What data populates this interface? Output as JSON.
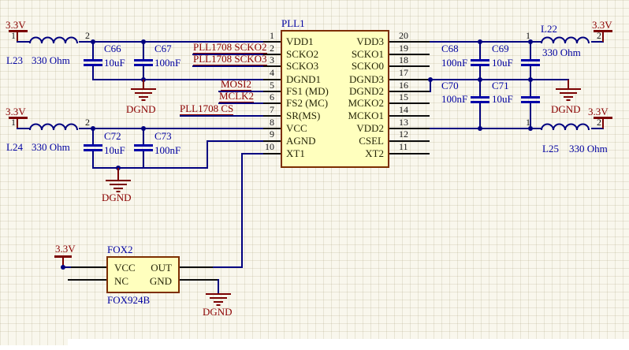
{
  "chip": {
    "designator": "PLL1",
    "left_pins": [
      {
        "num": "1",
        "name": "VDD1"
      },
      {
        "num": "2",
        "name": "SCKO2"
      },
      {
        "num": "3",
        "name": "SCKO3"
      },
      {
        "num": "4",
        "name": "DGND1"
      },
      {
        "num": "5",
        "name": "FS1 (MD)"
      },
      {
        "num": "6",
        "name": "FS2 (MC)"
      },
      {
        "num": "7",
        "name": "SR(MS)"
      },
      {
        "num": "8",
        "name": "VCC"
      },
      {
        "num": "9",
        "name": "AGND"
      },
      {
        "num": "10",
        "name": "XT1"
      }
    ],
    "right_pins": [
      {
        "num": "20",
        "name": "VDD3"
      },
      {
        "num": "19",
        "name": "SCKO1"
      },
      {
        "num": "18",
        "name": "SCKO0"
      },
      {
        "num": "17",
        "name": "DGND3"
      },
      {
        "num": "16",
        "name": "DGND2"
      },
      {
        "num": "15",
        "name": "MCKO2"
      },
      {
        "num": "14",
        "name": "MCKO1"
      },
      {
        "num": "13",
        "name": "VDD2"
      },
      {
        "num": "12",
        "name": "CSEL"
      },
      {
        "num": "11",
        "name": "XT2"
      }
    ]
  },
  "oscillator": {
    "designator": "FOX2",
    "part_number": "FOX924B",
    "pin_vcc": "VCC",
    "pin_nc": "NC",
    "pin_out": "OUT",
    "pin_gnd": "GND"
  },
  "inductors": {
    "l22": {
      "ref": "L22",
      "value": "330 Ohm",
      "pin1": "1",
      "pin2": "2"
    },
    "l23": {
      "ref": "L23",
      "value": "330 Ohm",
      "pin1": "1",
      "pin2": "2"
    },
    "l24": {
      "ref": "L24",
      "value": "330 Ohm",
      "pin1": "1",
      "pin2": "2"
    },
    "l25": {
      "ref": "L25",
      "value": "330 Ohm",
      "pin1": "1",
      "pin2": "2"
    }
  },
  "capacitors": {
    "c66": {
      "ref": "C66",
      "value": "10uF"
    },
    "c67": {
      "ref": "C67",
      "value": "100nF"
    },
    "c68": {
      "ref": "C68",
      "value": "100nF"
    },
    "c69": {
      "ref": "C69",
      "value": "10uF"
    },
    "c70": {
      "ref": "C70",
      "value": "100nF"
    },
    "c71": {
      "ref": "C71",
      "value": "10uF"
    },
    "c72": {
      "ref": "C72",
      "value": "10uF"
    },
    "c73": {
      "ref": "C73",
      "value": "100nF"
    }
  },
  "net_labels": {
    "scko2": "PLL1708 SCKO2",
    "scko3": "PLL1708 SCKO3",
    "mosi2": "MOSI2",
    "mclk2": "MCLK2",
    "cs": "PLL1708 CS"
  },
  "power": {
    "rail": "3.3V",
    "ground": "DGND"
  },
  "colors": {
    "wire": "#000080",
    "designator_text": "#0000a0",
    "net_label_text": "#8b0000",
    "power_symbol": "#7a0000",
    "chip_fill": "#ffffbe",
    "chip_border": "#7d2e00",
    "sheet_background": "#f9f7ed"
  }
}
